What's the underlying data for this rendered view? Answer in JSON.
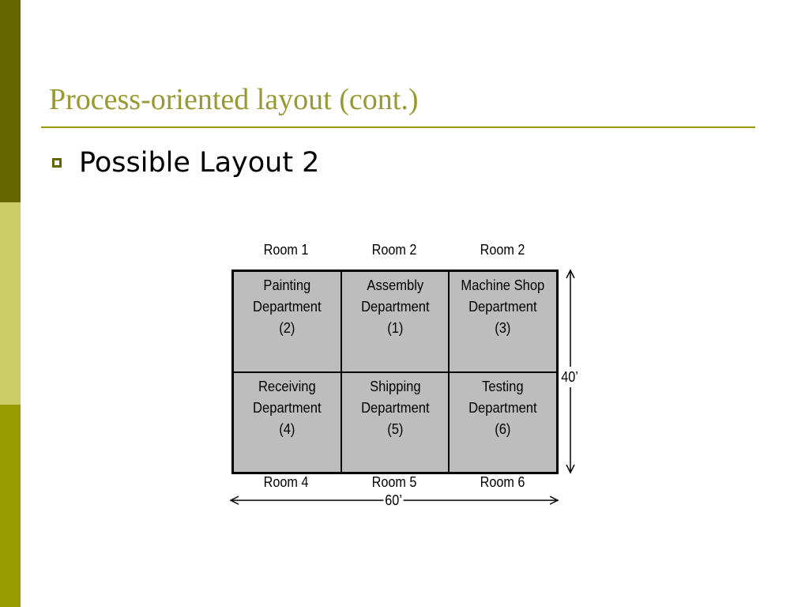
{
  "theme": {
    "sidebar_top": "#666600",
    "sidebar_mid": "#cccc66",
    "sidebar_bottom": "#999900",
    "title_color": "#999933",
    "rule_color": "#999900",
    "bullet_color": "#666600",
    "cell_fill": "#bdbdbd"
  },
  "slide": {
    "title": "Process-oriented layout (cont.)",
    "bullets": [
      {
        "icon": "hollow-square-bullet",
        "text": "Possible Layout 2"
      }
    ]
  },
  "diagram": {
    "top_room_labels": [
      "Room 1",
      "Room 2",
      "Room 2"
    ],
    "bottom_room_labels": [
      "Room 4",
      "Room 5",
      "Room 6"
    ],
    "departments": [
      {
        "name_line1": "Painting",
        "name_line2": "Department",
        "number": "(2)"
      },
      {
        "name_line1": "Assembly",
        "name_line2": "Department",
        "number": "(1)"
      },
      {
        "name_line1": "Machine Shop",
        "name_line2": "Department",
        "number": "(3)"
      },
      {
        "name_line1": "Receiving",
        "name_line2": "Department",
        "number": "(4)"
      },
      {
        "name_line1": "Shipping",
        "name_line2": "Department",
        "number": "(5)"
      },
      {
        "name_line1": "Testing",
        "name_line2": "Department",
        "number": "(6)"
      }
    ],
    "height_dimension": "40’",
    "width_dimension": "60’"
  }
}
